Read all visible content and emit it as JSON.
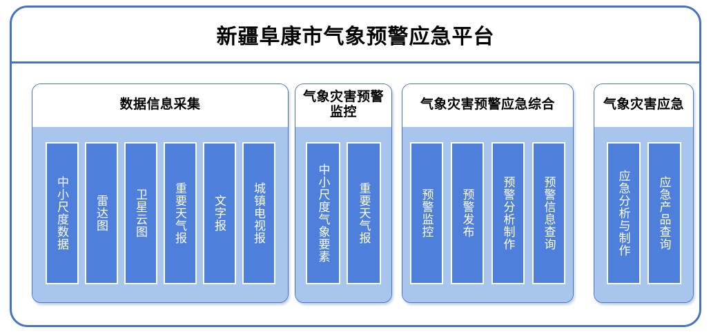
{
  "platform": {
    "title": "新疆阜康市气象预警应急平台"
  },
  "colors": {
    "frame_border": "#4472C4",
    "group_border": "#4472C4",
    "group_body_bg": "#A8C5ED",
    "item_fill": "#4E7FDB",
    "item_border": "#FFFFFF",
    "item_text": "#FFFFFF",
    "title_text": "#000000",
    "page_bg": "#FFFFFF"
  },
  "groups": [
    {
      "title": "数据信息采集",
      "items": [
        {
          "label": "中小尺度数据"
        },
        {
          "label": "雷达图"
        },
        {
          "label": "卫星云图"
        },
        {
          "label": "重要天气报"
        },
        {
          "label": "文字报"
        },
        {
          "label": "城镇电视报"
        }
      ]
    },
    {
      "title": "气象灾害预警监控",
      "items": [
        {
          "label": "中小尺度气象要素"
        },
        {
          "label": "重要天气报"
        }
      ]
    },
    {
      "title": "气象灾害预警应急综合",
      "items": [
        {
          "label": "预警监控"
        },
        {
          "label": "预警发布"
        },
        {
          "label": "预警分析制作"
        },
        {
          "label": "预警信息查询"
        }
      ]
    },
    {
      "title": "气象灾害应急",
      "items": [
        {
          "label": "应急分析与制作"
        },
        {
          "label": "应急产品查询"
        }
      ]
    }
  ]
}
